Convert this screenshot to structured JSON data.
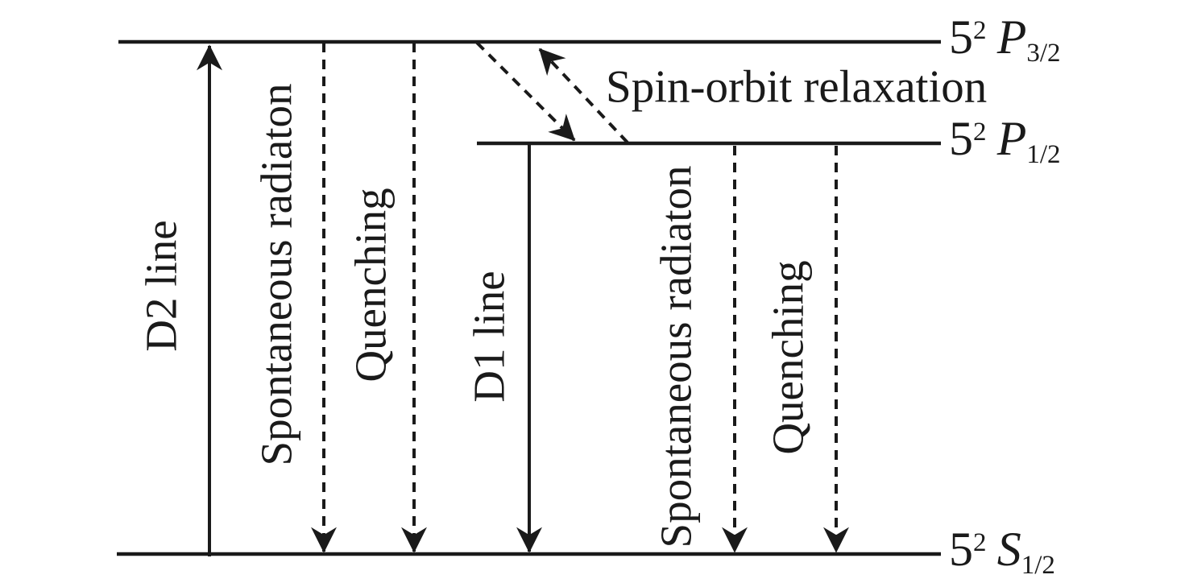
{
  "colors": {
    "ink": "#1a1a1a",
    "background": "#ffffff"
  },
  "levels": [
    {
      "base": "5",
      "sup": "2",
      "symbol": "P",
      "sub": "3/2"
    },
    {
      "base": "5",
      "sup": "2",
      "symbol": "P",
      "sub": "1/2"
    },
    {
      "base": "5",
      "sup": "2",
      "symbol": "S",
      "sub": "1/2"
    }
  ],
  "labels": {
    "d2": "D2 line",
    "d1": "D1 line",
    "spontaneous_left": "Spontaneous radiaton",
    "quenching_left": "Quenching",
    "spontaneous_right": "Spontaneous radiaton",
    "quenching_right": "Quenching",
    "spin_orbit": "Spin-orbit relaxation"
  }
}
